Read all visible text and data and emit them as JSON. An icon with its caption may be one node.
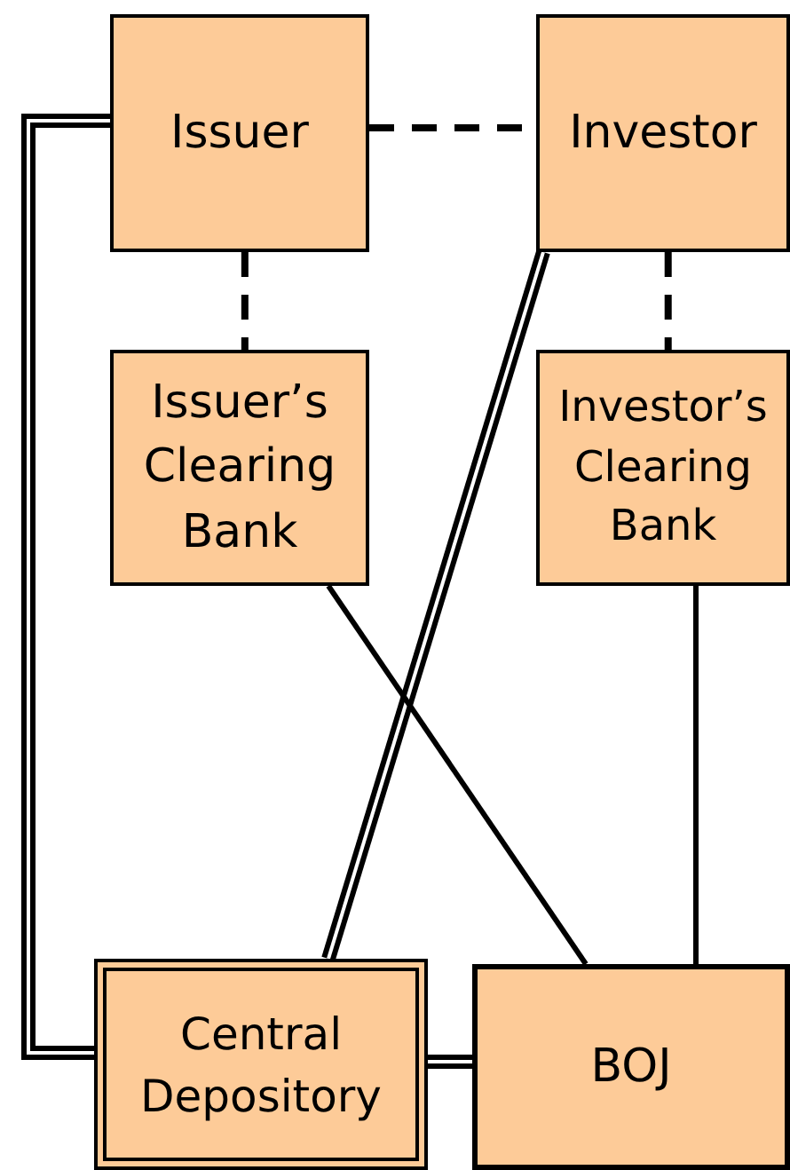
{
  "diagram": {
    "nodes": [
      {
        "text": [
          "Issuer"
        ]
      },
      {
        "text": [
          "Investor"
        ]
      },
      {
        "text": [
          "Issuer’s Clearing Bank"
        ]
      },
      {
        "text": [
          "Investor’s Clearing Bank"
        ]
      },
      {
        "text": [
          "Central Depository"
        ]
      },
      {
        "text": [
          "BOJ"
        ]
      }
    ],
    "edges": [
      {
        "from": 0,
        "to": 1,
        "arrow": "none",
        "style": "dashed"
      },
      {
        "from": 0,
        "to": 2,
        "arrow": "none",
        "style": "dashed"
      },
      {
        "from": 1,
        "to": 3,
        "arrow": "none",
        "style": "dashed"
      },
      {
        "from": 0,
        "to": 4,
        "arrow": "none",
        "style": "thick"
      },
      {
        "from": 1,
        "to": 4,
        "arrow": "none",
        "style": "thick"
      },
      {
        "from": 2,
        "to": 5,
        "arrow": "none"
      },
      {
        "from": 3,
        "to": 5,
        "arrow": "none"
      },
      {
        "from": 4,
        "to": 5,
        "arrow": "none",
        "style": "thick"
      }
    ]
  }
}
